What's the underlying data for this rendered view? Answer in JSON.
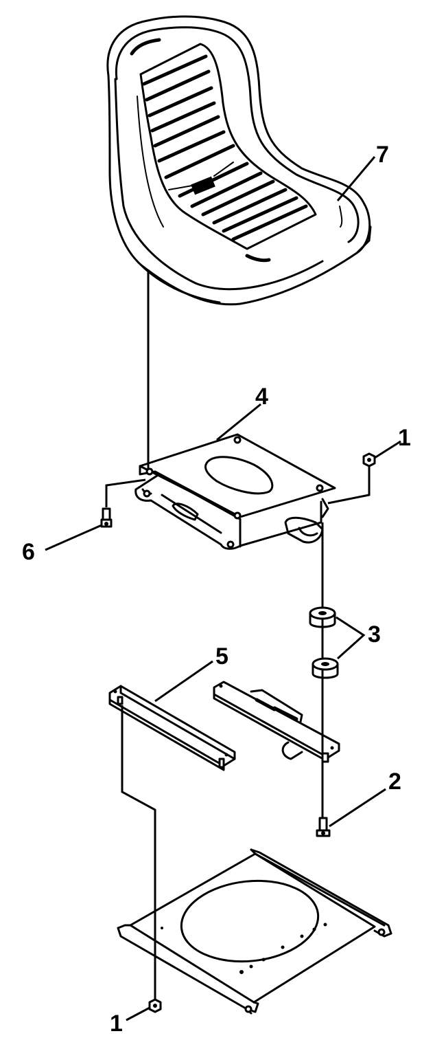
{
  "callouts": {
    "c1_top": "1",
    "c1_bottom": "1",
    "c2": "2",
    "c3": "3",
    "c4": "4",
    "c5": "5",
    "c6": "6",
    "c7": "7"
  },
  "parts": [
    {
      "ref": "1",
      "name": "nut-icon"
    },
    {
      "ref": "2",
      "name": "bolt-icon"
    },
    {
      "ref": "3",
      "name": "spacer-icon"
    },
    {
      "ref": "4",
      "name": "seat-pan-bracket-icon"
    },
    {
      "ref": "5",
      "name": "seat-slide-rail-icon"
    },
    {
      "ref": "6",
      "name": "screw-icon"
    },
    {
      "ref": "7",
      "name": "seat-icon"
    }
  ]
}
